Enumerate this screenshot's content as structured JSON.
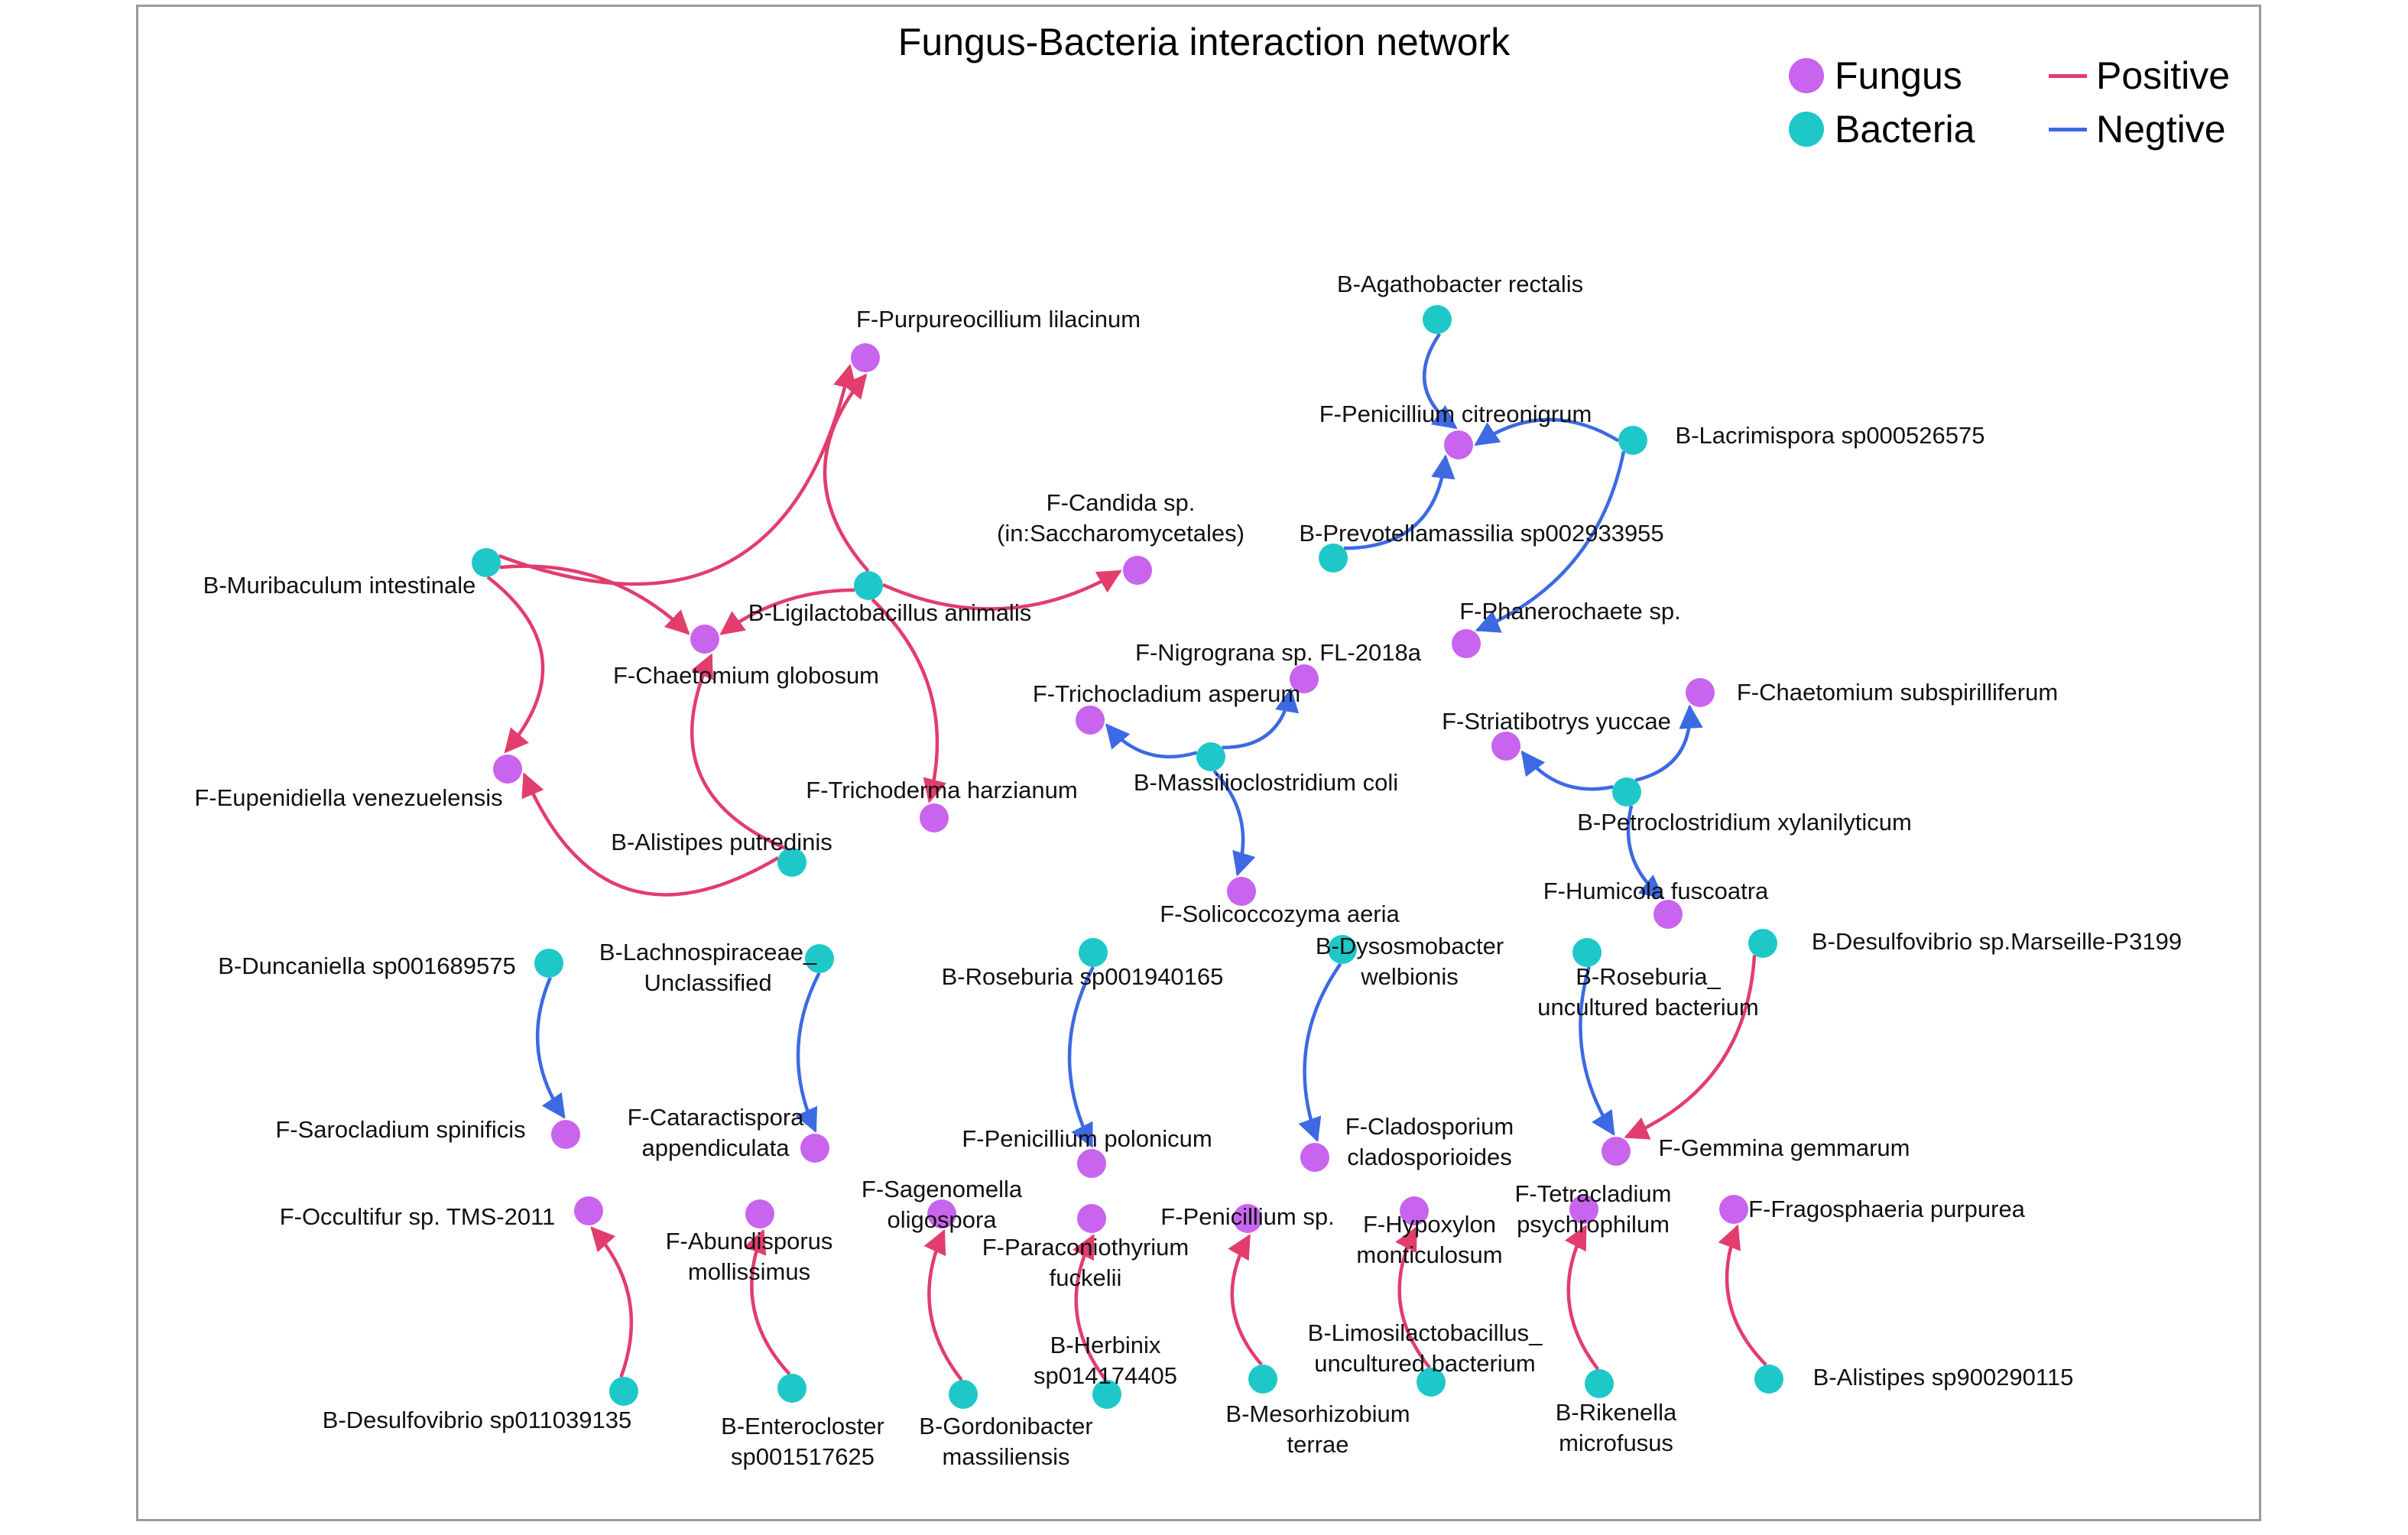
{
  "title": "Fungus-Bacteria interaction network",
  "legend": {
    "nodes": [
      {
        "label": "Fungus",
        "color": "#c864ee"
      },
      {
        "label": "Bacteria",
        "color": "#1ec8c8"
      }
    ],
    "edges": [
      {
        "label": "Positive",
        "color": "#e23d6c"
      },
      {
        "label": "Negtive",
        "color": "#3d6ae2"
      }
    ]
  },
  "colors": {
    "fungus": "#c864ee",
    "bacteria": "#1ec8c8",
    "positive": "#e23d6c",
    "negative": "#3d6ae2"
  },
  "nodes": [
    {
      "id": "purpureo",
      "type": "fungus",
      "lines": [
        "F-Purpureocillium lilacinum"
      ]
    },
    {
      "id": "muribaculum",
      "type": "bacteria",
      "lines": [
        "B-Muribaculum intestinale"
      ]
    },
    {
      "id": "ligilacto",
      "type": "bacteria",
      "lines": [
        "B-Ligilactobacillus animalis"
      ]
    },
    {
      "id": "candida",
      "type": "fungus",
      "lines": [
        "F-Candida sp.",
        "(in:Saccharomycetales)"
      ]
    },
    {
      "id": "chaet_glob",
      "type": "fungus",
      "lines": [
        "F-Chaetomium globosum"
      ]
    },
    {
      "id": "eupenid",
      "type": "fungus",
      "lines": [
        "F-Eupenidiella venezuelensis"
      ]
    },
    {
      "id": "alistipes_put",
      "type": "bacteria",
      "lines": [
        "B-Alistipes putredinis"
      ]
    },
    {
      "id": "trichoderma",
      "type": "fungus",
      "lines": [
        "F-Trichoderma harzianum"
      ]
    },
    {
      "id": "agathobacter",
      "type": "bacteria",
      "lines": [
        "B-Agathobacter rectalis"
      ]
    },
    {
      "id": "penic_citreo",
      "type": "fungus",
      "lines": [
        "F-Penicillium citreonigrum"
      ]
    },
    {
      "id": "lacrimispora",
      "type": "bacteria",
      "lines": [
        "B-Lacrimispora sp000526575"
      ]
    },
    {
      "id": "prevotella",
      "type": "bacteria",
      "lines": [
        "B-Prevotellamassilia sp002933955"
      ]
    },
    {
      "id": "phanero",
      "type": "fungus",
      "lines": [
        "F-Phanerochaete sp."
      ]
    },
    {
      "id": "nigrograna",
      "type": "fungus",
      "lines": [
        "F-Nigrograna sp. FL-2018a"
      ]
    },
    {
      "id": "trichocladium",
      "type": "fungus",
      "lines": [
        "F-Trichocladium asperum"
      ]
    },
    {
      "id": "massilio",
      "type": "bacteria",
      "lines": [
        "B-Massilioclostridium coli"
      ]
    },
    {
      "id": "solicocco",
      "type": "fungus",
      "lines": [
        "F-Solicoccozyma aeria"
      ]
    },
    {
      "id": "chaet_subsp",
      "type": "fungus",
      "lines": [
        "F-Chaetomium subspirilliferum"
      ]
    },
    {
      "id": "striatibotrys",
      "type": "fungus",
      "lines": [
        "F-Striatibotrys yuccae"
      ]
    },
    {
      "id": "petroclost",
      "type": "bacteria",
      "lines": [
        "B-Petroclostridium xylanilyticum"
      ]
    },
    {
      "id": "humicola",
      "type": "fungus",
      "lines": [
        "F-Humicola fuscoatra"
      ]
    },
    {
      "id": "duncaniella",
      "type": "bacteria",
      "lines": [
        "B-Duncaniella sp001689575"
      ]
    },
    {
      "id": "lachno",
      "type": "bacteria",
      "lines": [
        "B-Lachnospiraceae_",
        "Unclassified"
      ]
    },
    {
      "id": "roseburia_sp",
      "type": "bacteria",
      "lines": [
        "B-Roseburia sp001940165"
      ]
    },
    {
      "id": "dysosmo",
      "type": "bacteria",
      "lines": [
        "B-Dysosmobacter",
        "welbionis"
      ]
    },
    {
      "id": "roseburia_unc",
      "type": "bacteria",
      "lines": [
        "B-Roseburia_",
        "uncultured bacterium"
      ]
    },
    {
      "id": "desulfo_mars",
      "type": "bacteria",
      "lines": [
        "B-Desulfovibrio sp.Marseille-P3199"
      ]
    },
    {
      "id": "sarocladium",
      "type": "fungus",
      "lines": [
        "F-Sarocladium spinificis"
      ]
    },
    {
      "id": "cataracti",
      "type": "fungus",
      "lines": [
        "F-Cataractispora",
        "appendiculata"
      ]
    },
    {
      "id": "penic_polon",
      "type": "fungus",
      "lines": [
        "F-Penicillium polonicum"
      ]
    },
    {
      "id": "cladospor",
      "type": "fungus",
      "lines": [
        "F-Cladosporium",
        "cladosporioides"
      ]
    },
    {
      "id": "gemmina",
      "type": "fungus",
      "lines": [
        "F-Gemmina gemmarum"
      ]
    },
    {
      "id": "occultifur",
      "type": "fungus",
      "lines": [
        "F-Occultifur sp. TMS-2011"
      ]
    },
    {
      "id": "abundisporus",
      "type": "fungus",
      "lines": [
        "F-Abundisporus",
        "mollissimus"
      ]
    },
    {
      "id": "sagenomella",
      "type": "fungus",
      "lines": [
        "F-Sagenomella",
        "oligospora"
      ]
    },
    {
      "id": "paraconio",
      "type": "fungus",
      "lines": [
        "F-Paraconiothyrium",
        "fuckelii"
      ]
    },
    {
      "id": "penic_sp",
      "type": "fungus",
      "lines": [
        "F-Penicillium sp."
      ]
    },
    {
      "id": "hypoxylon",
      "type": "fungus",
      "lines": [
        "F-Hypoxylon",
        "monticulosum"
      ]
    },
    {
      "id": "tetracladium",
      "type": "fungus",
      "lines": [
        "F-Tetracladium",
        "psychrophilum"
      ]
    },
    {
      "id": "fragosph",
      "type": "fungus",
      "lines": [
        "F-Fragosphaeria purpurea"
      ]
    },
    {
      "id": "desulfo_011",
      "type": "bacteria",
      "lines": [
        "B-Desulfovibrio sp011039135"
      ]
    },
    {
      "id": "enterocloster",
      "type": "bacteria",
      "lines": [
        "B-Enterocloster",
        "sp001517625"
      ]
    },
    {
      "id": "gordonibacter",
      "type": "bacteria",
      "lines": [
        "B-Gordonibacter",
        "massiliensis"
      ]
    },
    {
      "id": "herbinix",
      "type": "bacteria",
      "lines": [
        "B-Herbinix",
        "sp014174405"
      ]
    },
    {
      "id": "mesorhizo",
      "type": "bacteria",
      "lines": [
        "B-Mesorhizobium",
        "terrae"
      ]
    },
    {
      "id": "limosilacto",
      "type": "bacteria",
      "lines": [
        "B-Limosilactobacillus_",
        "uncultured bacterium"
      ]
    },
    {
      "id": "rikenella",
      "type": "bacteria",
      "lines": [
        "B-Rikenella",
        "microfusus"
      ]
    },
    {
      "id": "alistipes_900",
      "type": "bacteria",
      "lines": [
        "B-Alistipes sp900290115"
      ]
    }
  ],
  "edges": [
    {
      "from": "muribaculum",
      "to": "purpureo",
      "sign": "positive"
    },
    {
      "from": "muribaculum",
      "to": "chaet_glob",
      "sign": "positive"
    },
    {
      "from": "muribaculum",
      "to": "eupenid",
      "sign": "positive"
    },
    {
      "from": "ligilacto",
      "to": "purpureo",
      "sign": "positive"
    },
    {
      "from": "ligilacto",
      "to": "candida",
      "sign": "positive"
    },
    {
      "from": "ligilacto",
      "to": "chaet_glob",
      "sign": "positive"
    },
    {
      "from": "ligilacto",
      "to": "trichoderma",
      "sign": "positive"
    },
    {
      "from": "alistipes_put",
      "to": "chaet_glob",
      "sign": "positive"
    },
    {
      "from": "alistipes_put",
      "to": "eupenid",
      "sign": "positive"
    },
    {
      "from": "agathobacter",
      "to": "penic_citreo",
      "sign": "negative"
    },
    {
      "from": "lacrimispora",
      "to": "penic_citreo",
      "sign": "negative"
    },
    {
      "from": "prevotella",
      "to": "penic_citreo",
      "sign": "negative"
    },
    {
      "from": "lacrimispora",
      "to": "phanero",
      "sign": "negative"
    },
    {
      "from": "massilio",
      "to": "nigrograna",
      "sign": "negative"
    },
    {
      "from": "massilio",
      "to": "trichocladium",
      "sign": "negative"
    },
    {
      "from": "massilio",
      "to": "solicocco",
      "sign": "negative"
    },
    {
      "from": "petroclost",
      "to": "chaet_subsp",
      "sign": "negative"
    },
    {
      "from": "petroclost",
      "to": "striatibotrys",
      "sign": "negative"
    },
    {
      "from": "petroclost",
      "to": "humicola",
      "sign": "negative"
    },
    {
      "from": "duncaniella",
      "to": "sarocladium",
      "sign": "negative"
    },
    {
      "from": "lachno",
      "to": "cataracti",
      "sign": "negative"
    },
    {
      "from": "roseburia_sp",
      "to": "penic_polon",
      "sign": "negative"
    },
    {
      "from": "dysosmo",
      "to": "cladospor",
      "sign": "negative"
    },
    {
      "from": "roseburia_unc",
      "to": "gemmina",
      "sign": "negative"
    },
    {
      "from": "desulfo_mars",
      "to": "gemmina",
      "sign": "positive"
    },
    {
      "from": "desulfo_011",
      "to": "occultifur",
      "sign": "positive"
    },
    {
      "from": "enterocloster",
      "to": "abundisporus",
      "sign": "positive"
    },
    {
      "from": "gordonibacter",
      "to": "sagenomella",
      "sign": "positive"
    },
    {
      "from": "herbinix",
      "to": "paraconio",
      "sign": "positive"
    },
    {
      "from": "mesorhizo",
      "to": "penic_sp",
      "sign": "positive"
    },
    {
      "from": "limosilacto",
      "to": "hypoxylon",
      "sign": "positive"
    },
    {
      "from": "rikenella",
      "to": "tetracladium",
      "sign": "positive"
    },
    {
      "from": "alistipes_900",
      "to": "fragosph",
      "sign": "positive"
    }
  ]
}
